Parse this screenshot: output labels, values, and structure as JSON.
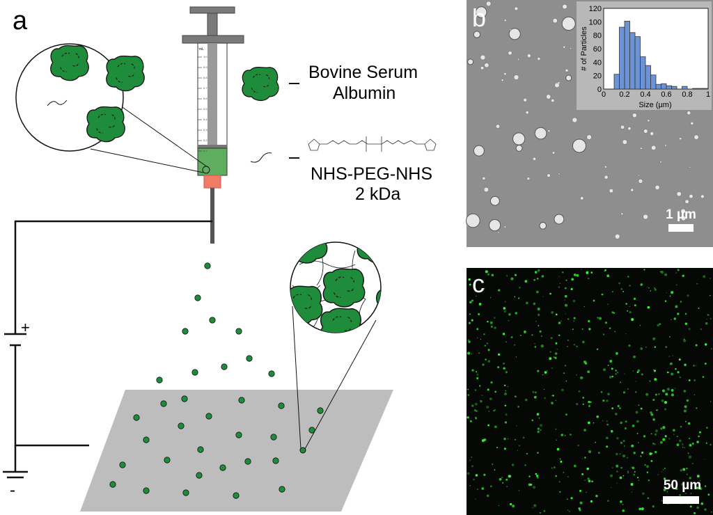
{
  "panels": {
    "a": "a",
    "b": "b",
    "c": "c"
  },
  "syringe": {
    "unit": "mL",
    "ticks": [
      "1.0",
      "0.9",
      "0.8",
      "0.7",
      "0.6",
      "0.5",
      "0.4",
      "0.3",
      "0.2",
      "0.1"
    ]
  },
  "legend": {
    "bsa_line1": "Bovine Serum",
    "bsa_line2": "Albumin",
    "peg_line1": "NHS-PEG-NHS",
    "peg_line2": "2 kDa"
  },
  "circuit": {
    "plus": "+",
    "minus": "-"
  },
  "scalebars": {
    "b": "1 µm",
    "c": "50 µm"
  },
  "colors": {
    "protein": "#1e8c3a",
    "solution": "#5fae5f",
    "tip": "#f07c66",
    "substrate": "#bdbdbd",
    "bar": "#6b93d6",
    "sem": "#8e8e8e",
    "fluor": "#3cff3c"
  },
  "chart_data": {
    "type": "bar",
    "title": "",
    "xlabel": "Size (µm)",
    "ylabel": "# of Particles",
    "xlim": [
      0,
      1
    ],
    "ylim": [
      0,
      120
    ],
    "xticks": [
      "0",
      "0.2",
      "0.4",
      "0.6",
      "0.8",
      "1"
    ],
    "yticks": [
      "0",
      "20",
      "40",
      "60",
      "80",
      "100",
      "120"
    ],
    "bin_width": 0.05,
    "bin_starts": [
      0.1,
      0.15,
      0.2,
      0.25,
      0.3,
      0.35,
      0.4,
      0.45,
      0.5,
      0.55,
      0.6,
      0.65,
      0.7,
      0.75,
      0.8,
      0.85,
      0.9,
      0.95
    ],
    "values": [
      22,
      92,
      101,
      84,
      78,
      48,
      35,
      21,
      7,
      8,
      5,
      4,
      0,
      4,
      0,
      1,
      1,
      1
    ]
  }
}
